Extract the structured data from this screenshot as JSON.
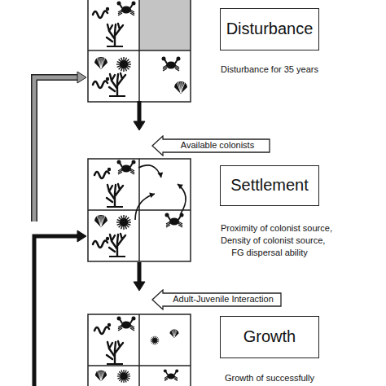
{
  "diagram": {
    "nodes": [
      {
        "text": [
          "Disturbance",
          "Disturbance for 35 years"
        ]
      },
      {
        "text": [
          "Available colonists"
        ]
      },
      {
        "text": [
          "Settlement",
          "Proximity of colonist source,",
          "Density of colonist source,",
          "FG dispersal ability"
        ]
      },
      {
        "text": [
          "Adult-Juvenile Interaction"
        ]
      },
      {
        "text": [
          "Growth",
          "Growth of successfully"
        ]
      }
    ]
  }
}
